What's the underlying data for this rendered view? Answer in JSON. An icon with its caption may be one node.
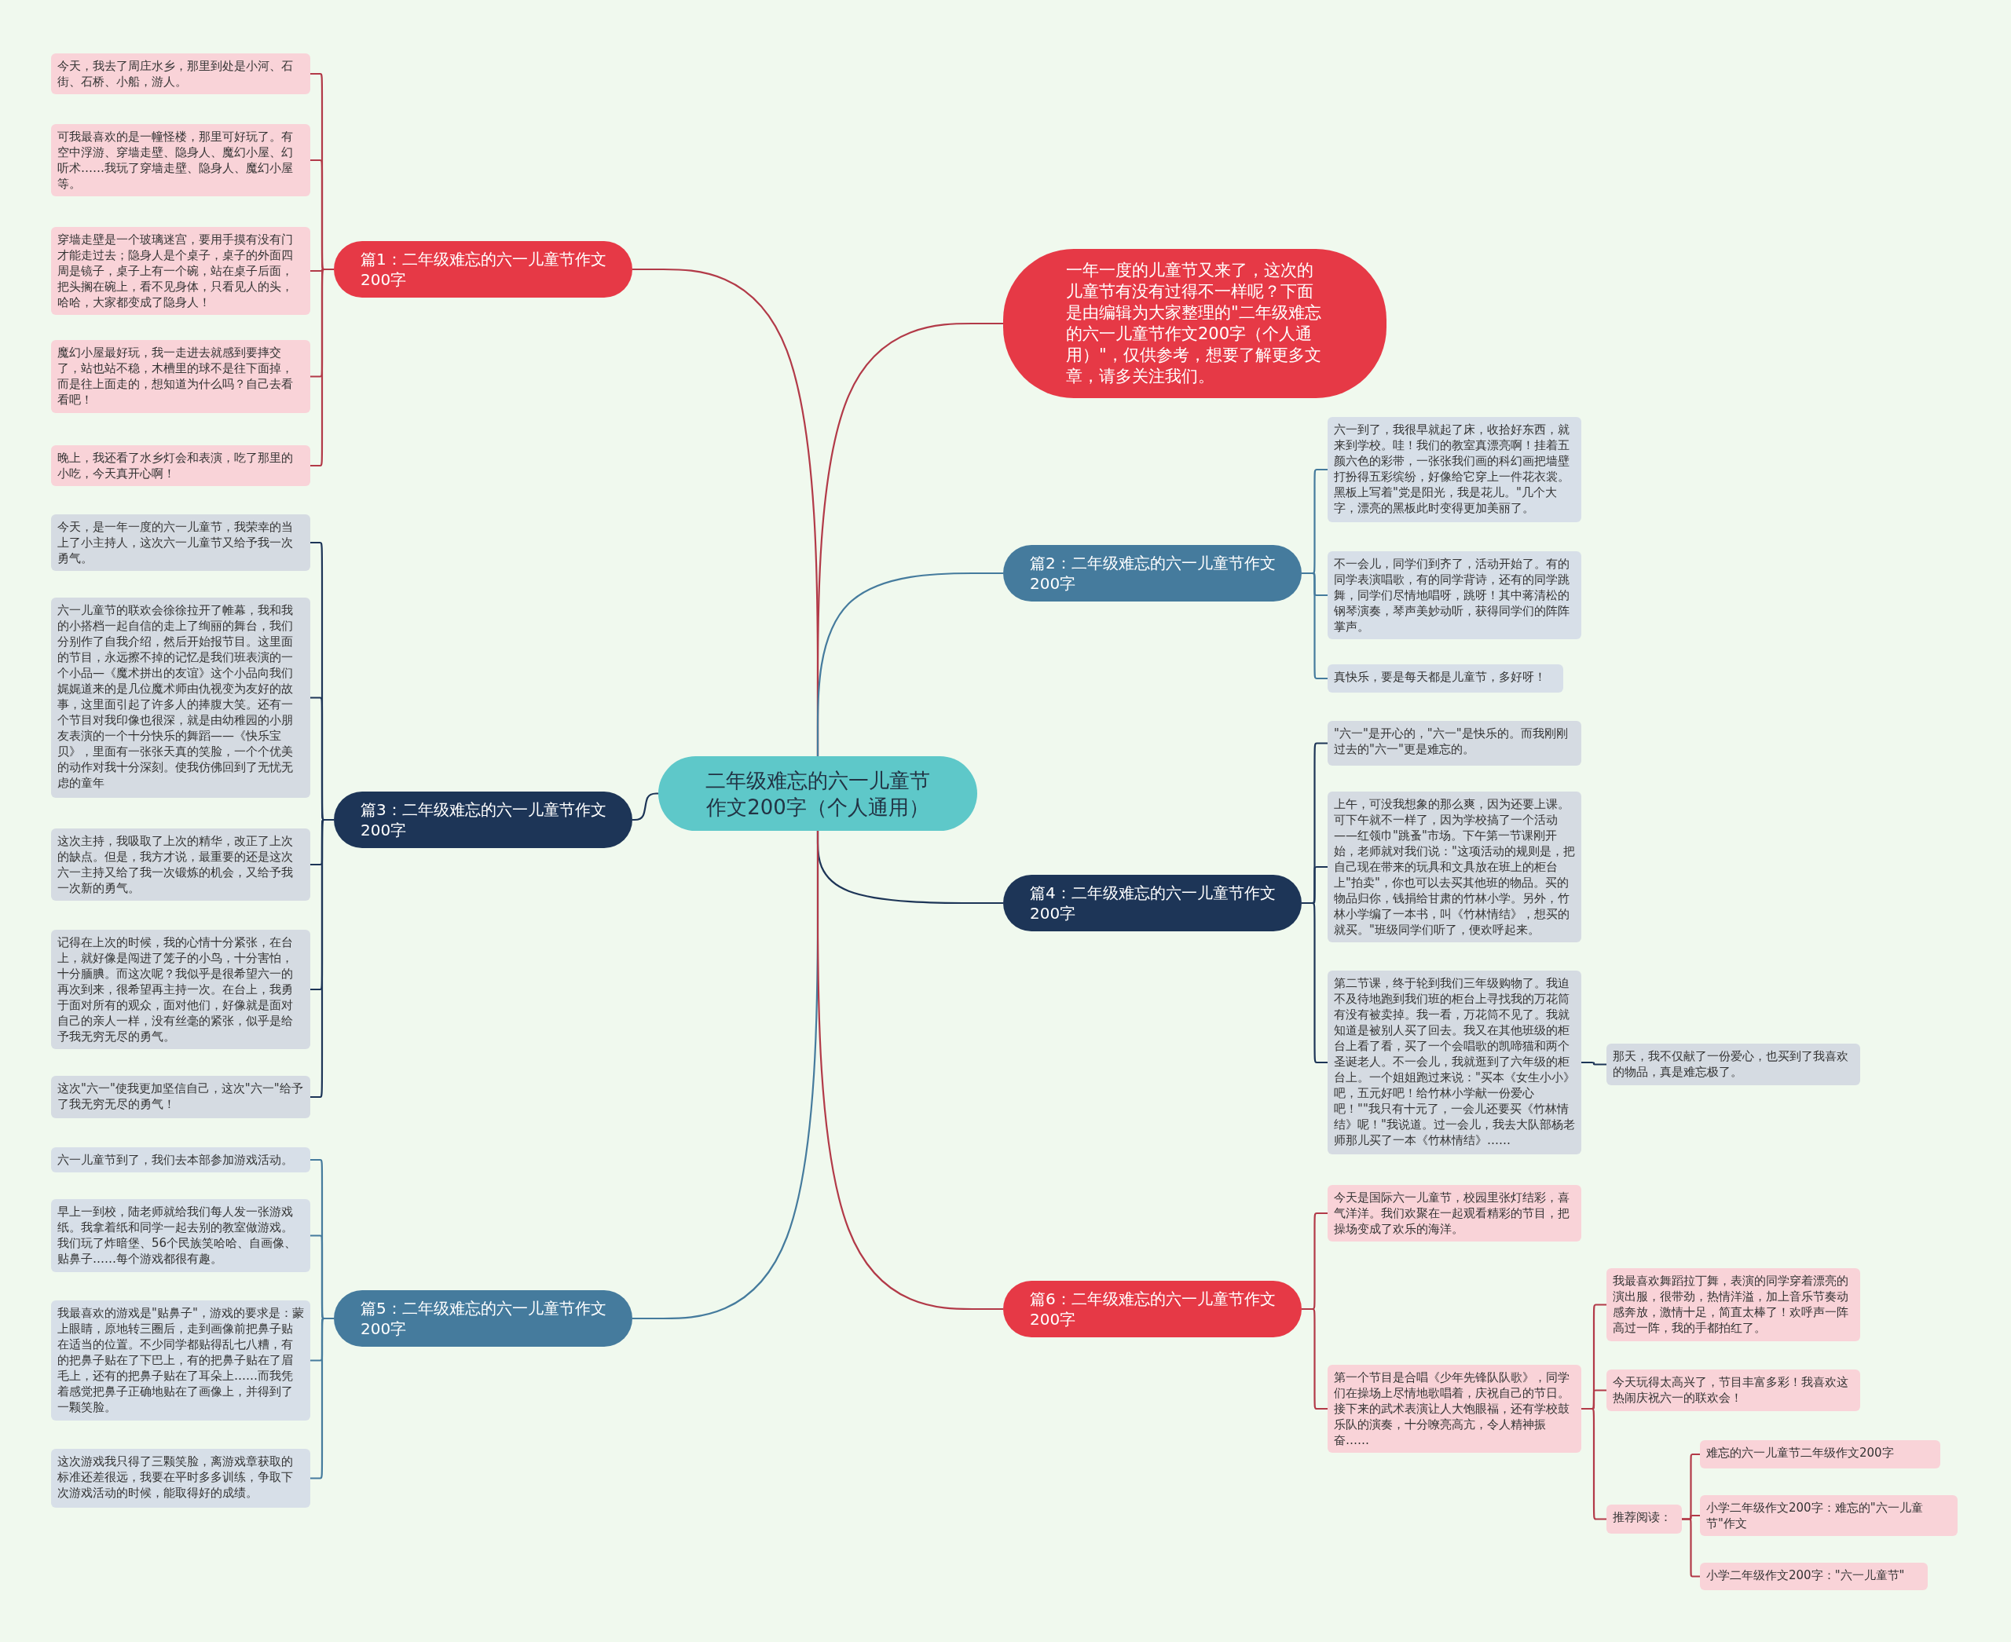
{
  "diagram": {
    "nodes": [
      {
        "text": [
          "二年级难忘的六一儿童节作文200字（个人通用）"
        ]
      },
      {
        "text": [
          "篇1：二年级难忘的六一儿童节作文200字"
        ]
      },
      {
        "text": [
          "今天，我去了周庄水乡，那里到处是小河、石街、石桥、小船，游人。"
        ]
      },
      {
        "text": [
          "可我最喜欢的是一幢怪楼，那里可好玩了。有空中浮游、穿墙走壁、隐身人、魔幻小屋、幻听术……我玩了穿墙走壁、隐身人、魔幻小屋等。"
        ]
      },
      {
        "text": [
          "穿墙走壁是一个玻璃迷宫，要用手摸有没有门才能走过去；隐身人是个桌子，桌子的外面四周是镜子，桌子上有一个碗，站在桌子后面，把头搁在碗上，看不见身体，只看见人的头，哈哈，大家都变成了隐身人！"
        ]
      },
      {
        "text": [
          "魔幻小屋最好玩，我一走进去就感到要摔交了，站也站不稳，木槽里的球不是往下面掉，而是往上面走的，想知道为什么吗？自己去看看吧！"
        ]
      },
      {
        "text": [
          "晚上，我还看了水乡灯会和表演，吃了那里的小吃，今天真开心啊！"
        ]
      },
      {
        "text": [
          "一年一度的儿童节又来了，这次的儿童节有没有过得不一样呢？下面是由编辑为大家整理的\"二年级难忘的六一儿童节作文200字（个人通用）\"，仅供参考，想要了解更多文章，请多关注我们。"
        ]
      },
      {
        "text": [
          "篇2：二年级难忘的六一儿童节作文200字"
        ]
      },
      {
        "text": [
          "六一到了，我很早就起了床，收拾好东西，就来到学校。哇！我们的教室真漂亮啊！挂着五颜六色的彩带，一张张我们画的科幻画把墙壁打扮得五彩缤纷，好像给它穿上一件花衣裳。黑板上写着\"党是阳光，我是花儿。\"几个大字，漂亮的黑板此时变得更加美丽了。"
        ]
      },
      {
        "text": [
          "不一会儿，同学们到齐了，活动开始了。有的同学表演唱歌，有的同学背诗，还有的同学跳舞，同学们尽情地唱呀，跳呀！其中蒋清松的钢琴演奏，琴声美妙动听，获得同学们的阵阵掌声。"
        ]
      },
      {
        "text": [
          "真快乐，要是每天都是儿童节，多好呀！"
        ]
      },
      {
        "text": [
          "篇3：二年级难忘的六一儿童节作文200字"
        ]
      },
      {
        "text": [
          "今天，是一年一度的六一儿童节，我荣幸的当上了小主持人，这次六一儿童节又给予我一次勇气。"
        ]
      },
      {
        "text": [
          "六一儿童节的联欢会徐徐拉开了帷幕，我和我的小搭档一起自信的走上了绚丽的舞台，我们分别作了自我介绍，然后开始报节目。这里面的节目，永远擦不掉的记忆是我们班表演的一个小品—《魔术拼出的友谊》这个小品向我们娓娓道来的是几位魔术师由仇视变为友好的故事，这里面引起了许多人的捧腹大笑。还有一个节目对我印像也很深，就是由幼稚园的小朋友表演的一个十分快乐的舞蹈——《快乐宝贝》，里面有一张张天真的笑脸，一个个优美的动作对我十分深刻。使我仿佛回到了无忧无虑的童年"
        ]
      },
      {
        "text": [
          "这次主持，我吸取了上次的精华，改正了上次的缺点。但是，我方才说，最重要的还是这次六一主持又给了我一次锻炼的机会，又给予我一次新的勇气。"
        ]
      },
      {
        "text": [
          "记得在上次的时候，我的心情十分紧张，在台上，就好像是闯进了笼子的小鸟，十分害怕，十分腼腆。而这次呢？我似乎是很希望六一的再次到来，很希望再主持一次。在台上，我勇于面对所有的观众，面对他们，好像就是面对自己的亲人一样，没有丝毫的紧张，似乎是给予我无穷无尽的勇气。"
        ]
      },
      {
        "text": [
          "这次\"六一\"使我更加坚信自己，这次\"六一\"给予了我无穷无尽的勇气！"
        ]
      },
      {
        "text": [
          "篇4：二年级难忘的六一儿童节作文200字"
        ]
      },
      {
        "text": [
          "\"六一\"是开心的，\"六一\"是快乐的。而我刚刚过去的\"六一\"更是难忘的。"
        ]
      },
      {
        "text": [
          "上午，可没我想象的那么爽，因为还要上课。可下午就不一样了，因为学校搞了一个活动——红领巾\"跳蚤\"市场。下午第一节课刚开始，老师就对我们说：\"这项活动的规则是，把自己现在带来的玩具和文具放在班上的柜台上\"拍卖\"，你也可以去买其他班的物品。买的物品归你，钱捐给甘肃的竹林小学。另外，竹林小学编了一本书，叫《竹林情结》，想买的就买。\"班级同学们听了，便欢呼起来。"
        ]
      },
      {
        "text": [
          "第二节课，终于轮到我们三年级购物了。我迫不及待地跑到我们班的柜台上寻找我的万花筒有没有被卖掉。我一看，万花筒不见了。我就知道是被别人买了回去。我又在其他班级的柜台上看了看，买了一个会唱歌的凯啼猫和两个圣诞老人。不一会儿，我就逛到了六年级的柜台上。一个姐姐跑过来说：\"买本《女生小小》吧，五元好吧！给竹林小学献一份爱心吧！\"\"我只有十元了，一会儿还要买《竹林情结》呢！\"我说道。过一会儿，我去大队部杨老师那儿买了一本《竹林情结》……"
        ]
      },
      {
        "text": [
          "那天，我不仅献了一份爱心，也买到了我喜欢的物品，真是难忘极了。"
        ]
      },
      {
        "text": [
          "篇5：二年级难忘的六一儿童节作文200字"
        ]
      },
      {
        "text": [
          "六一儿童节到了，我们去本部参加游戏活动。"
        ]
      },
      {
        "text": [
          "早上一到校，陆老师就给我们每人发一张游戏纸。我拿着纸和同学一起去别的教室做游戏。我们玩了炸暗堡、56个民族笑哈哈、自画像、贴鼻子……每个游戏都很有趣。"
        ]
      },
      {
        "text": [
          "我最喜欢的游戏是\"贴鼻子\"，游戏的要求是：蒙上眼睛，原地转三圈后，走到画像前把鼻子贴在适当的位置。不少同学都贴得乱七八糟，有的把鼻子贴在了下巴上，有的把鼻子贴在了眉毛上，还有的把鼻子贴在了耳朵上……而我凭着感觉把鼻子正确地贴在了画像上，并得到了一颗笑脸。"
        ]
      },
      {
        "text": [
          "这次游戏我只得了三颗笑脸，离游戏章获取的标准还差很远，我要在平时多多训练，争取下次游戏活动的时候，能取得好的成绩。"
        ]
      },
      {
        "text": [
          "篇6：二年级难忘的六一儿童节作文200字"
        ]
      },
      {
        "text": [
          "今天是国际六一儿童节，校园里张灯结彩，喜气洋洋。我们欢聚在一起观看精彩的节目，把操场变成了欢乐的海洋。"
        ]
      },
      {
        "text": [
          "第一个节目是合唱《少年先锋队队歌》，同学们在操场上尽情地歌唱着，庆祝自己的节日。接下来的武术表演让人大饱眼福，还有学校鼓乐队的演奏，十分嘹亮高亢，令人精神振奋……"
        ]
      },
      {
        "text": [
          "我最喜欢舞蹈拉丁舞，表演的同学穿着漂亮的演出服，很带劲，热情洋溢，加上音乐节奏动感奔放，激情十足，简直太棒了！欢呼声一阵高过一阵，我的手都拍红了。"
        ]
      },
      {
        "text": [
          "今天玩得太高兴了，节目丰富多彩！我喜欢这热闹庆祝六一的联欢会！"
        ]
      },
      {
        "text": [
          "推荐阅读："
        ]
      },
      {
        "text": [
          "难忘的六一儿童节二年级作文200字"
        ]
      },
      {
        "text": [
          "小学二年级作文200字：难忘的\"六一儿童节\"作文"
        ]
      },
      {
        "text": [
          "小学二年级作文200字：\"六一儿童节\""
        ]
      }
    ],
    "edges": [
      {
        "from": 0,
        "to": 1,
        "arrow": "none"
      },
      {
        "from": 1,
        "to": 2,
        "arrow": "none"
      },
      {
        "from": 1,
        "to": 3,
        "arrow": "none"
      },
      {
        "from": 1,
        "to": 4,
        "arrow": "none"
      },
      {
        "from": 1,
        "to": 5,
        "arrow": "none"
      },
      {
        "from": 1,
        "to": 6,
        "arrow": "none"
      },
      {
        "from": 0,
        "to": 7,
        "arrow": "none"
      },
      {
        "from": 0,
        "to": 8,
        "arrow": "none",
        "color": "#457b9d"
      },
      {
        "from": 8,
        "to": 9,
        "arrow": "none",
        "color": "#457b9d"
      },
      {
        "from": 8,
        "to": 10,
        "arrow": "none",
        "color": "#457b9d"
      },
      {
        "from": 8,
        "to": 11,
        "arrow": "none",
        "color": "#457b9d"
      },
      {
        "from": 0,
        "to": 12,
        "arrow": "none",
        "color": "#1d3557"
      },
      {
        "from": 12,
        "to": 13,
        "arrow": "none",
        "color": "#1d3557"
      },
      {
        "from": 12,
        "to": 14,
        "arrow": "none",
        "color": "#1d3557"
      },
      {
        "from": 12,
        "to": 15,
        "arrow": "none",
        "color": "#1d3557"
      },
      {
        "from": 12,
        "to": 16,
        "arrow": "none",
        "color": "#1d3557"
      },
      {
        "from": 12,
        "to": 17,
        "arrow": "none",
        "color": "#1d3557"
      },
      {
        "from": 0,
        "to": 18,
        "arrow": "none",
        "color": "#1d3557"
      },
      {
        "from": 18,
        "to": 19,
        "arrow": "none",
        "color": "#1d3557"
      },
      {
        "from": 18,
        "to": 20,
        "arrow": "none",
        "color": "#1d3557"
      },
      {
        "from": 18,
        "to": 21,
        "arrow": "none",
        "color": "#1d3557"
      },
      {
        "from": 21,
        "to": 22,
        "arrow": "none",
        "color": "#1d3557"
      },
      {
        "from": 0,
        "to": 23,
        "arrow": "none",
        "color": "#457b9d"
      },
      {
        "from": 23,
        "to": 24,
        "arrow": "none",
        "color": "#457b9d"
      },
      {
        "from": 23,
        "to": 25,
        "arrow": "none",
        "color": "#457b9d"
      },
      {
        "from": 23,
        "to": 26,
        "arrow": "none",
        "color": "#457b9d"
      },
      {
        "from": 23,
        "to": 27,
        "arrow": "none",
        "color": "#457b9d"
      },
      {
        "from": 0,
        "to": 28,
        "arrow": "none"
      },
      {
        "from": 28,
        "to": 29,
        "arrow": "none"
      },
      {
        "from": 28,
        "to": 30,
        "arrow": "none"
      },
      {
        "from": 30,
        "to": 31,
        "arrow": "none"
      },
      {
        "from": 30,
        "to": 32,
        "arrow": "none"
      },
      {
        "from": 30,
        "to": 33,
        "arrow": "none"
      },
      {
        "from": 33,
        "to": 34,
        "arrow": "none"
      },
      {
        "from": 33,
        "to": 35,
        "arrow": "none"
      },
      {
        "from": 33,
        "to": 36,
        "arrow": "none"
      }
    ]
  }
}
